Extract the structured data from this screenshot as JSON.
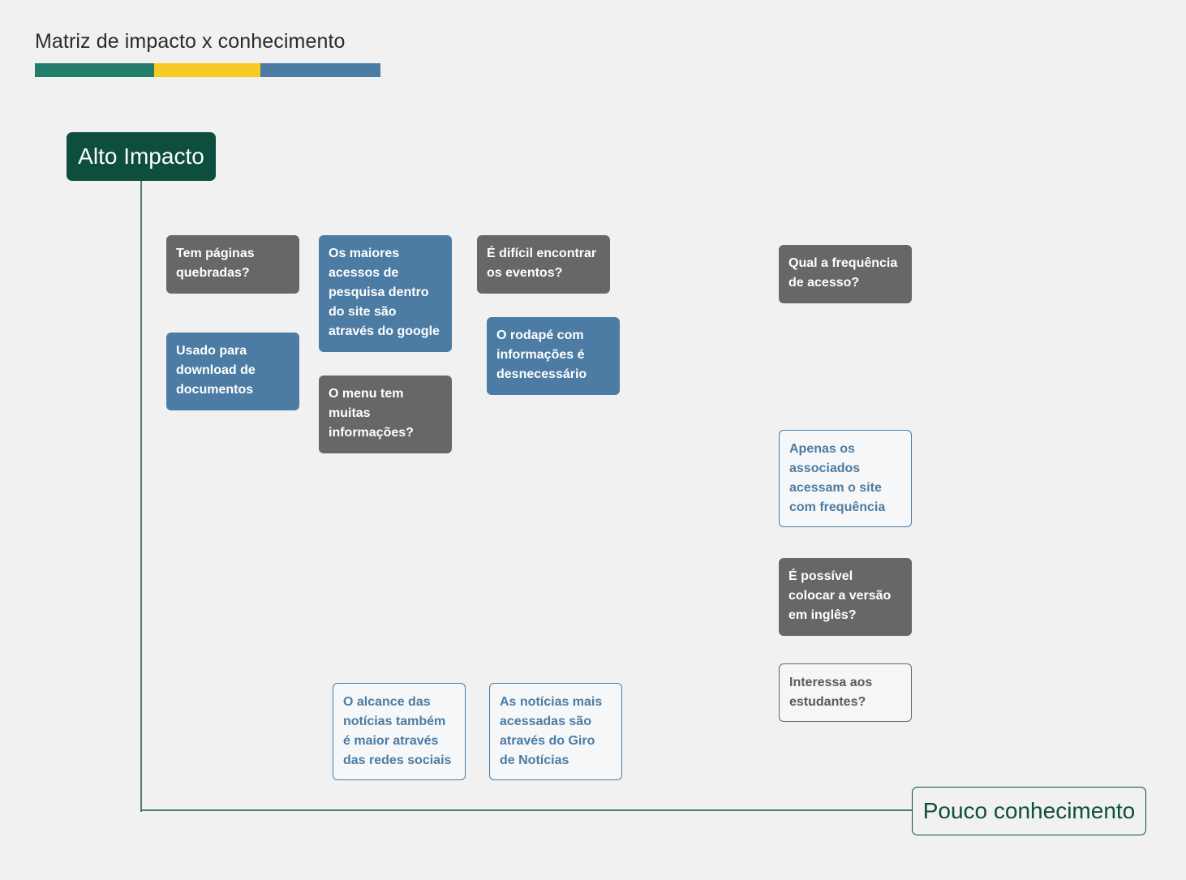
{
  "header": {
    "title": "Matriz de impacto x conhecimento",
    "color_bar": [
      "#237d6a",
      "#f9ca24",
      "#4d7ca3"
    ]
  },
  "axes": {
    "high_label": "Alto Impacto",
    "low_label": "Pouco conhecimento",
    "color": "#0d4e3f"
  },
  "notes": [
    {
      "text": "Tem páginas quebradas?",
      "style": "gray"
    },
    {
      "text": "Usado para download de documentos",
      "style": "blue"
    },
    {
      "text": "Os maiores acessos de pesquisa dentro do site são através do google",
      "style": "blue"
    },
    {
      "text": "O menu tem muitas informações?",
      "style": "gray"
    },
    {
      "text": "É difícil encontrar os eventos?",
      "style": "gray"
    },
    {
      "text": "O rodapé com informações é desnecessário",
      "style": "blue"
    },
    {
      "text": "Qual a frequência de acesso?",
      "style": "gray"
    },
    {
      "text": "Apenas os associados acessam o site com frequência",
      "style": "outline-blue"
    },
    {
      "text": "É possível colocar a versão em inglês?",
      "style": "gray"
    },
    {
      "text": "Interessa aos estudantes?",
      "style": "outline-gray"
    },
    {
      "text": "O alcance das notícias também é maior através das redes sociais",
      "style": "outline-blue"
    },
    {
      "text": "As notícias mais acessadas são através do Giro de Notícias",
      "style": "outline-blue"
    }
  ]
}
